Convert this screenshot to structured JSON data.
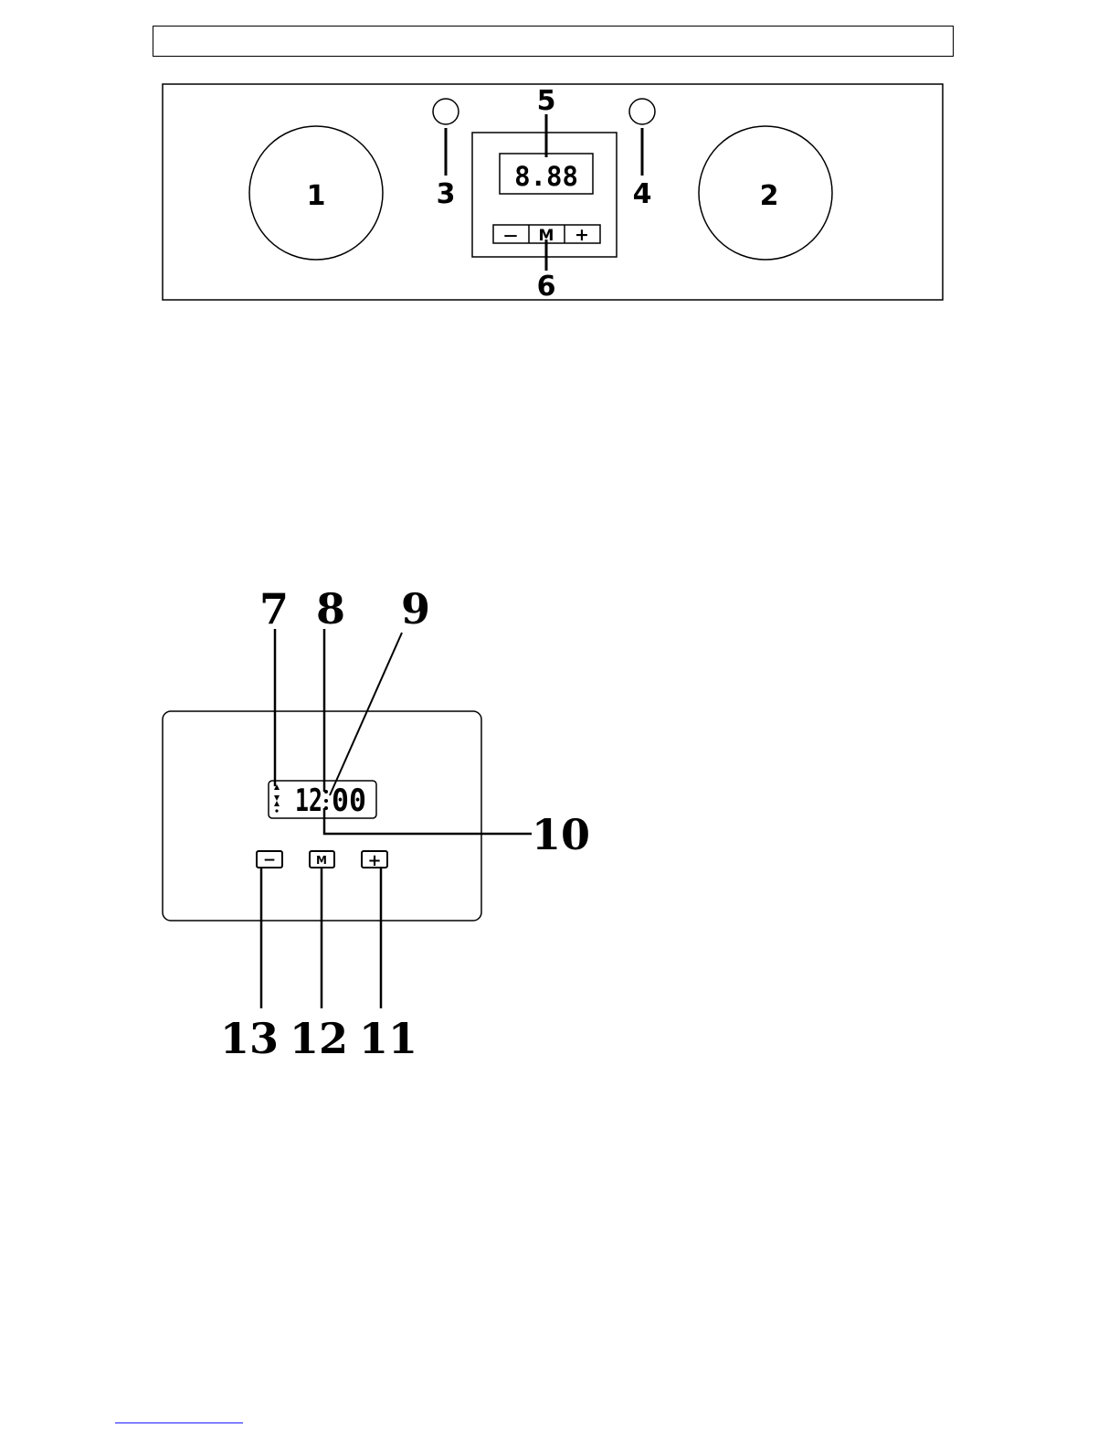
{
  "panel": {
    "zone_1_label": "1",
    "zone_2_label": "2",
    "indicator_left_label": "3",
    "indicator_right_label": "4",
    "display_label": "5",
    "buttons_label": "6",
    "display_value": "8.88",
    "minus_symbol": "—",
    "mode_symbol": "M",
    "plus_symbol": "+"
  },
  "timer": {
    "hours": "12",
    "minutes": "00",
    "callout_7": "7",
    "callout_8": "8",
    "callout_9": "9",
    "callout_10": "10",
    "callout_11": "11",
    "callout_12": "12",
    "callout_13": "13",
    "minus_symbol": "−",
    "mode_symbol": "M",
    "plus_symbol": "+"
  }
}
